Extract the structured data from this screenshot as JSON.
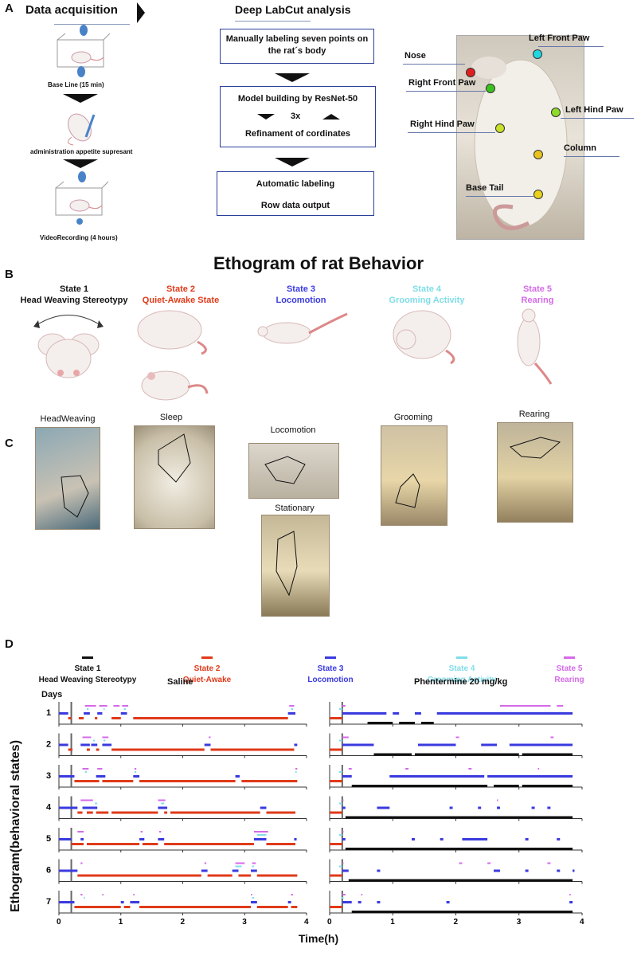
{
  "panels": {
    "a": "A",
    "b": "B",
    "c": "C",
    "d": "D"
  },
  "acquisition": {
    "title": "Data acquisition",
    "baseline": "Base Line (15 min)",
    "admin": "administration appetite supresant",
    "video": "VideoRecording (4 hours)"
  },
  "dlc": {
    "title": "Deep LabCut analysis",
    "step1": "Manually labeling seven points on the rat´s body",
    "step2a": "Model building by ResNet-50",
    "step2b": "3x",
    "step2c": "Refinament of cordinates",
    "step3a": "Automatic labeling",
    "step3b": "Row data output"
  },
  "points": {
    "nose": "Nose",
    "lfp": "Left Front Paw",
    "rfp": "Right Front Paw",
    "lhp": "Left Hind Paw",
    "rhp": "Right Hind Paw",
    "column": "Column",
    "base": "Base Tail",
    "colors": {
      "nose": "#e01e1e",
      "lfp": "#1ed7e0",
      "rfp": "#3cc21e",
      "lhp": "#8ddb2a",
      "rhp": "#c8e02a",
      "column": "#e8c21e",
      "base": "#e8d21e"
    }
  },
  "ethogram": {
    "title": "Ethogram of rat Behavior",
    "states": [
      {
        "num": "State 1",
        "name": "Head Weaving Stereotypy",
        "color": "#111111"
      },
      {
        "num": "State 2",
        "name": "Quiet-Awake State",
        "color": "#e03a1a"
      },
      {
        "num": "State 3",
        "name": "Locomotion",
        "color": "#3a3ae0"
      },
      {
        "num": "State 4",
        "name": "Grooming Activity",
        "color": "#7fdde8"
      },
      {
        "num": "State 5",
        "name": "Rearing",
        "color": "#d56ae8"
      }
    ]
  },
  "photos": {
    "hw": "HeadWeaving",
    "sleep": "Sleep",
    "loco": "Locomotion",
    "stat": "Stationary",
    "groom": "Grooming",
    "rear": "Rearing"
  },
  "legend": [
    {
      "num": "State 1",
      "name": "Head Weaving Stereotypy",
      "color": "#111111"
    },
    {
      "num": "State 2",
      "name": "Quiet-Awake",
      "color": "#e03a1a"
    },
    {
      "num": "State 3",
      "name": "Locomotion",
      "color": "#3a3ae0"
    },
    {
      "num": "State 4",
      "name": "Grooming Activity",
      "color": "#7fdde8"
    },
    {
      "num": "State 5",
      "name": "Rearing",
      "color": "#d56ae8"
    }
  ],
  "chart_data": {
    "type": "ethogram",
    "groups": [
      "Saline",
      "Phentermine 20 mg/kg"
    ],
    "days_label": "Days",
    "days": [
      "1",
      "2",
      "3",
      "4",
      "5",
      "6",
      "7"
    ],
    "ylabel": "Ethogram(behavioral states)",
    "xlabel": "Time(h)",
    "xticks": [
      "0",
      "1",
      "2",
      "3",
      "4"
    ],
    "xlim": [
      0,
      4
    ],
    "injection_time_h": 0.2,
    "saline": [
      {
        "s2": [
          [
            0.15,
            0.2
          ],
          [
            0.32,
            0.4
          ],
          [
            0.58,
            0.62
          ],
          [
            0.85,
            1.0
          ],
          [
            1.2,
            3.7
          ]
        ],
        "s3": [
          [
            0,
            0.15
          ],
          [
            0.4,
            0.5
          ],
          [
            0.62,
            0.7
          ],
          [
            1.0,
            1.1
          ],
          [
            3.7,
            3.82
          ]
        ],
        "s4": [
          [
            0.45,
            0.48
          ],
          [
            0.72,
            0.74
          ],
          [
            1.05,
            1.08
          ],
          [
            3.75,
            3.78
          ]
        ],
        "s5": [
          [
            0.42,
            0.6
          ],
          [
            0.65,
            0.78
          ],
          [
            0.88,
            0.98
          ],
          [
            1.02,
            1.12
          ],
          [
            3.72,
            3.8
          ]
        ]
      },
      {
        "s2": [
          [
            0.15,
            0.22
          ],
          [
            0.45,
            0.5
          ],
          [
            0.6,
            0.65
          ],
          [
            0.85,
            2.35
          ],
          [
            2.45,
            3.8
          ]
        ],
        "s3": [
          [
            0,
            0.15
          ],
          [
            0.35,
            0.5
          ],
          [
            0.52,
            0.62
          ],
          [
            0.7,
            0.85
          ],
          [
            2.35,
            2.45
          ],
          [
            3.8,
            3.85
          ]
        ],
        "s4": [
          [
            0.55,
            0.58
          ],
          [
            0.72,
            0.75
          ]
        ],
        "s5": [
          [
            0.38,
            0.52
          ],
          [
            0.7,
            0.8
          ],
          [
            2.42,
            2.45
          ]
        ]
      },
      {
        "s2": [
          [
            0.25,
            0.65
          ],
          [
            0.7,
            1.2
          ],
          [
            1.3,
            2.85
          ],
          [
            2.95,
            3.85
          ]
        ],
        "s3": [
          [
            0,
            0.25
          ],
          [
            0.6,
            0.75
          ],
          [
            1.2,
            1.3
          ],
          [
            2.85,
            2.92
          ]
        ],
        "s4": [
          [
            0.42,
            0.45
          ],
          [
            1.22,
            1.25
          ],
          [
            3.82,
            3.84
          ]
        ],
        "s5": [
          [
            0.38,
            0.48
          ],
          [
            0.62,
            0.7
          ],
          [
            1.22,
            1.25
          ],
          [
            3.82,
            3.85
          ]
        ]
      },
      {
        "s2": [
          [
            0.3,
            0.38
          ],
          [
            0.45,
            0.55
          ],
          [
            0.6,
            0.8
          ],
          [
            0.85,
            1.6
          ],
          [
            1.7,
            1.75
          ],
          [
            1.8,
            3.25
          ],
          [
            3.35,
            3.82
          ]
        ],
        "s3": [
          [
            0,
            0.3
          ],
          [
            0.38,
            0.62
          ],
          [
            1.6,
            1.75
          ],
          [
            3.25,
            3.35
          ]
        ],
        "s4": [
          [
            0.58,
            0.62
          ],
          [
            1.65,
            1.7
          ]
        ],
        "s5": [
          [
            0.35,
            0.55
          ],
          [
            1.6,
            1.72
          ]
        ]
      },
      {
        "s2": [
          [
            0.2,
            0.4
          ],
          [
            0.45,
            1.3
          ],
          [
            1.35,
            1.6
          ],
          [
            1.7,
            3.15
          ],
          [
            3.35,
            3.82
          ]
        ],
        "s3": [
          [
            0,
            0.2
          ],
          [
            0.35,
            0.4
          ],
          [
            1.3,
            1.38
          ],
          [
            1.6,
            1.7
          ],
          [
            3.15,
            3.35
          ],
          [
            3.8,
            3.84
          ]
        ],
        "s4": [
          [
            3.2,
            3.35
          ]
        ],
        "s5": [
          [
            0.3,
            0.4
          ],
          [
            1.32,
            1.35
          ],
          [
            1.62,
            1.65
          ],
          [
            3.15,
            3.38
          ]
        ]
      },
      {
        "s2": [
          [
            0.3,
            2.3
          ],
          [
            2.4,
            2.8
          ],
          [
            2.9,
            3.1
          ],
          [
            3.2,
            3.85
          ]
        ],
        "s3": [
          [
            0,
            0.3
          ],
          [
            2.3,
            2.4
          ],
          [
            2.8,
            2.9
          ],
          [
            3.1,
            3.2
          ]
        ],
        "s4": [
          [
            2.85,
            2.95
          ],
          [
            3.12,
            3.15
          ]
        ],
        "s5": [
          [
            0.35,
            0.38
          ],
          [
            2.35,
            2.38
          ],
          [
            2.85,
            3.0
          ],
          [
            3.12,
            3.18
          ]
        ]
      },
      {
        "s2": [
          [
            0.25,
            1.0
          ],
          [
            1.05,
            1.15
          ],
          [
            1.3,
            3.1
          ],
          [
            3.2,
            3.7
          ],
          [
            3.75,
            3.85
          ]
        ],
        "s3": [
          [
            0,
            0.25
          ],
          [
            1.0,
            1.05
          ],
          [
            1.15,
            1.3
          ],
          [
            3.1,
            3.2
          ],
          [
            3.7,
            3.75
          ]
        ],
        "s4": [
          [
            0.4,
            0.42
          ],
          [
            3.12,
            3.15
          ]
        ],
        "s5": [
          [
            0.35,
            0.38
          ],
          [
            0.7,
            0.72
          ],
          [
            1.2,
            1.22
          ],
          [
            3.1,
            3.12
          ],
          [
            3.75,
            3.78
          ]
        ]
      }
    ],
    "phentermine": [
      {
        "s1": [
          [
            0.6,
            1.0
          ],
          [
            1.1,
            1.35
          ],
          [
            1.45,
            1.65
          ]
        ],
        "s2": [
          [
            0,
            0.2
          ]
        ],
        "s3": [
          [
            0.2,
            0.9
          ],
          [
            1.0,
            1.1
          ],
          [
            1.35,
            1.45
          ],
          [
            1.7,
            3.85
          ]
        ],
        "s4": [
          [
            0.15,
            0.2
          ]
        ],
        "s5": [
          [
            0.2,
            0.25
          ],
          [
            2.7,
            3.5
          ],
          [
            3.6,
            3.7
          ]
        ]
      },
      {
        "s1": [
          [
            0.7,
            1.3
          ],
          [
            1.35,
            3.0
          ],
          [
            3.05,
            3.85
          ]
        ],
        "s2": [
          [
            0,
            0.2
          ]
        ],
        "s3": [
          [
            0.2,
            0.7
          ],
          [
            1.4,
            2.0
          ],
          [
            2.4,
            2.65
          ],
          [
            2.85,
            3.85
          ]
        ],
        "s4": [
          [
            0.15,
            0.2
          ]
        ],
        "s5": [
          [
            0.2,
            0.3
          ],
          [
            3.5,
            3.55
          ],
          [
            2.0,
            2.05
          ]
        ]
      },
      {
        "s1": [
          [
            0.35,
            2.5
          ],
          [
            2.6,
            3.0
          ],
          [
            3.05,
            3.85
          ]
        ],
        "s2": [
          [
            0,
            0.2
          ]
        ],
        "s3": [
          [
            0.2,
            0.35
          ],
          [
            0.95,
            2.45
          ],
          [
            2.5,
            3.85
          ]
        ],
        "s4": [
          [
            0.15,
            0.2
          ]
        ],
        "s5": [
          [
            0.3,
            0.35
          ],
          [
            1.2,
            1.25
          ],
          [
            2.2,
            2.25
          ],
          [
            3.3,
            3.32
          ]
        ]
      },
      {
        "s1": [
          [
            0.25,
            3.85
          ]
        ],
        "s2": [
          [
            0,
            0.2
          ]
        ],
        "s3": [
          [
            0.2,
            0.25
          ],
          [
            0.75,
            0.95
          ],
          [
            1.9,
            1.95
          ],
          [
            2.35,
            2.4
          ],
          [
            2.65,
            2.7
          ],
          [
            3.2,
            3.25
          ],
          [
            3.45,
            3.5
          ]
        ],
        "s4": [
          [
            0.15,
            0.2
          ]
        ],
        "s5": [
          [
            0.2,
            0.22
          ],
          [
            2.65,
            2.67
          ]
        ]
      },
      {
        "s1": [
          [
            0.25,
            3.85
          ]
        ],
        "s2": [
          [
            0,
            0.2
          ]
        ],
        "s3": [
          [
            0.2,
            0.25
          ],
          [
            1.3,
            1.35
          ],
          [
            1.75,
            1.8
          ],
          [
            2.1,
            2.5
          ],
          [
            3.1,
            3.15
          ],
          [
            3.6,
            3.65
          ]
        ],
        "s4": [
          [
            0.15,
            0.2
          ]
        ],
        "s5": [
          [
            0.2,
            0.22
          ]
        ]
      },
      {
        "s1": [
          [
            0.3,
            3.85
          ]
        ],
        "s2": [
          [
            0,
            0.2
          ]
        ],
        "s3": [
          [
            0.2,
            0.3
          ],
          [
            0.75,
            0.8
          ],
          [
            2.6,
            2.7
          ],
          [
            3.1,
            3.15
          ],
          [
            3.6,
            3.65
          ],
          [
            3.85,
            3.88
          ]
        ],
        "s4": [
          [
            0.15,
            0.2
          ]
        ],
        "s5": [
          [
            0.2,
            0.22
          ],
          [
            2.05,
            2.1
          ],
          [
            2.5,
            2.55
          ],
          [
            3.45,
            3.5
          ]
        ]
      },
      {
        "s1": [
          [
            0.35,
            3.85
          ]
        ],
        "s2": [
          [
            0,
            0.2
          ]
        ],
        "s3": [
          [
            0.2,
            0.35
          ],
          [
            0.45,
            0.5
          ],
          [
            0.75,
            0.8
          ],
          [
            1.85,
            1.9
          ],
          [
            3.8,
            3.85
          ]
        ],
        "s4": [
          [
            0.18,
            0.22
          ]
        ],
        "s5": [
          [
            0.2,
            0.25
          ],
          [
            0.5,
            0.52
          ],
          [
            3.8,
            3.82
          ]
        ]
      }
    ]
  }
}
